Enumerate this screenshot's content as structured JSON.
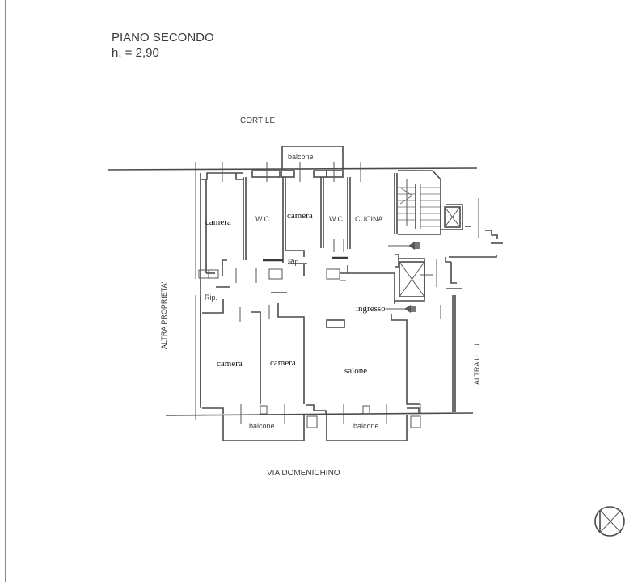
{
  "header": {
    "title": "PIANO SECONDO",
    "height": "h. = 2,90"
  },
  "surroundings": {
    "north": "CORTILE",
    "south": "VIA DOMENICHINO",
    "west": "ALTRA PROPRIETA'",
    "east": "ALTRA U.I.U."
  },
  "rooms": {
    "camera_nw": "camera",
    "wc_1": "W.C.",
    "camera_n": "camera",
    "wc_2": "W.C.",
    "cucina": "CUCINA",
    "rip_1": "Rip.",
    "rip_2": "Rip.",
    "ingresso": "ingresso",
    "camera_sw": "camera",
    "camera_s": "camera",
    "salone": "salone"
  },
  "balconies": {
    "north": "balcone",
    "south_1": "balcone",
    "south_2": "balcone"
  },
  "symbols": {
    "stair": "staircase-icon",
    "elevator_1": "elevator-shaft-icon",
    "elevator_2": "elevator-shaft-icon",
    "entry_arrows": "entrance-arrow-icon",
    "north_symbol": "circle-cross-symbol-icon"
  },
  "colors": {
    "line": "#4a4a4a",
    "text": "#3a3a3a",
    "paper": "#ffffff"
  }
}
